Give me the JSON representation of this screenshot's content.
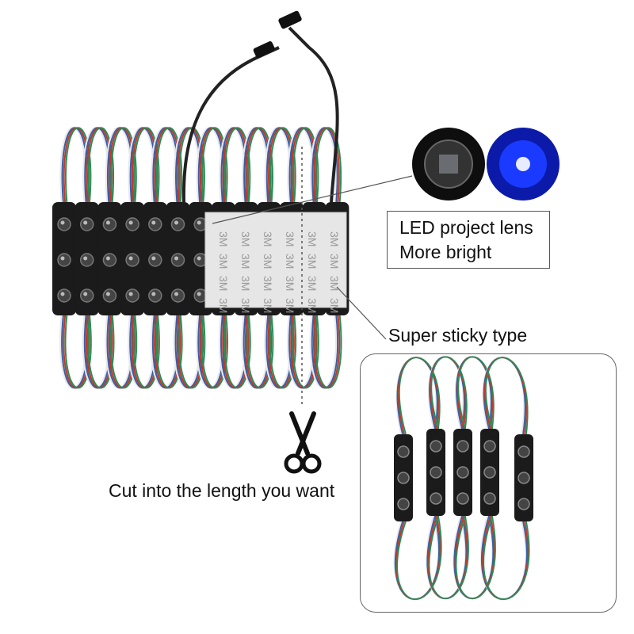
{
  "callouts": {
    "lens_line1": "LED project lens",
    "lens_line2": "More bright",
    "sticky": "Super sticky type",
    "cut": "Cut into the length you want"
  },
  "icons": {
    "scissors": "scissors-icon",
    "led_closeup": "led-lens-closeup",
    "led_glow": "blue-led-glow"
  },
  "tape_mark": "3M",
  "colors": {
    "module_body": "#1b1b1b",
    "lens": "#444444",
    "wire_blue": "#3a5fa8",
    "wire_red": "#c0392b",
    "wire_green": "#2e8b57",
    "wire_white": "#e8e8ea",
    "tape": "#e6e6e6",
    "led_glow": "#1a3bff"
  },
  "main_module_count": 13,
  "module_with_tape_count": 6,
  "inset_module_count": 5,
  "leds_per_module": 3
}
